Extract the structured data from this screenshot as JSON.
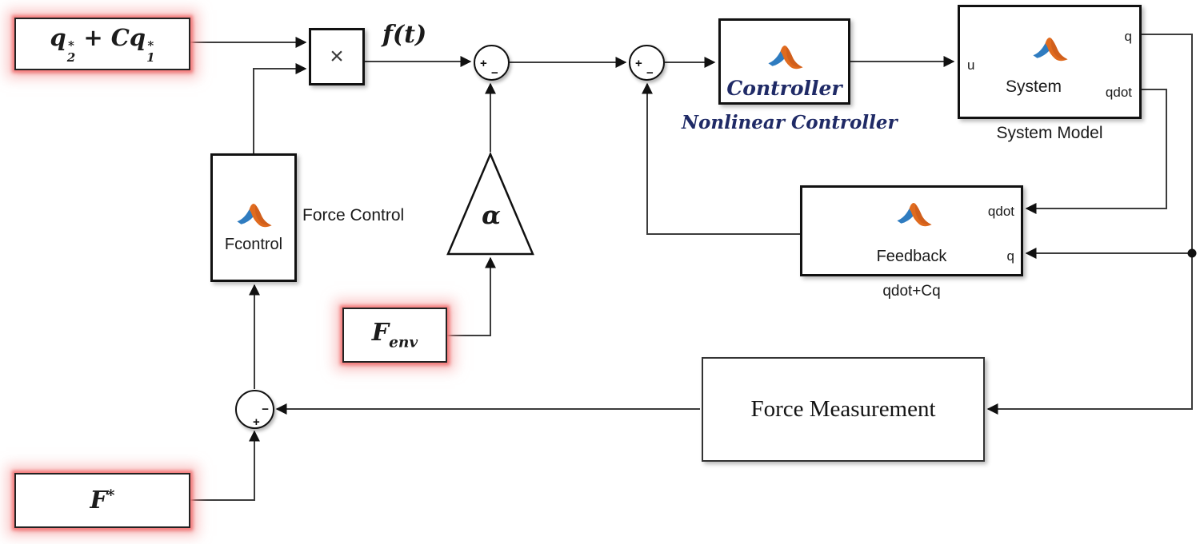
{
  "blocks": {
    "reference_input": {
      "q1": "q",
      "sub1": "2",
      "sup1": "*",
      "plus_c": "+ C",
      "q2": "q",
      "sub2": "1",
      "sup2": "*"
    },
    "product": {
      "symbol": "×"
    },
    "signal_f": {
      "label": "f(t)"
    },
    "gain": {
      "label": "α"
    },
    "f_env": {
      "base": "F",
      "sub": "env"
    },
    "f_star": {
      "base": "F",
      "sup": "*"
    },
    "fcontrol": {
      "name": "Fcontrol",
      "caption": "Force Control"
    },
    "controller": {
      "name": "Controller",
      "caption": "Nonlinear Controller"
    },
    "system": {
      "name": "System",
      "caption": "System Model",
      "port_u": "u",
      "port_q": "q",
      "port_qdot": "qdot"
    },
    "feedback": {
      "name": "Feedback",
      "caption": "qdot+Cq",
      "port_qdot": "qdot",
      "port_q": "q"
    },
    "force_measurement": {
      "label": "Force Measurement"
    }
  },
  "sums": {
    "sum1": {
      "left": "+",
      "bottom": "−"
    },
    "sum2": {
      "left": "+",
      "bottom": "−"
    },
    "sum3": {
      "right": "−",
      "bottom": "+"
    }
  },
  "colors": {
    "wire": "#3c3c3c",
    "block_border": "#111111",
    "highlight_glow": "#f07676",
    "navy_text": "#1f2a66",
    "matlab_orange": "#e06b1f",
    "matlab_blue": "#2f7cc0"
  }
}
